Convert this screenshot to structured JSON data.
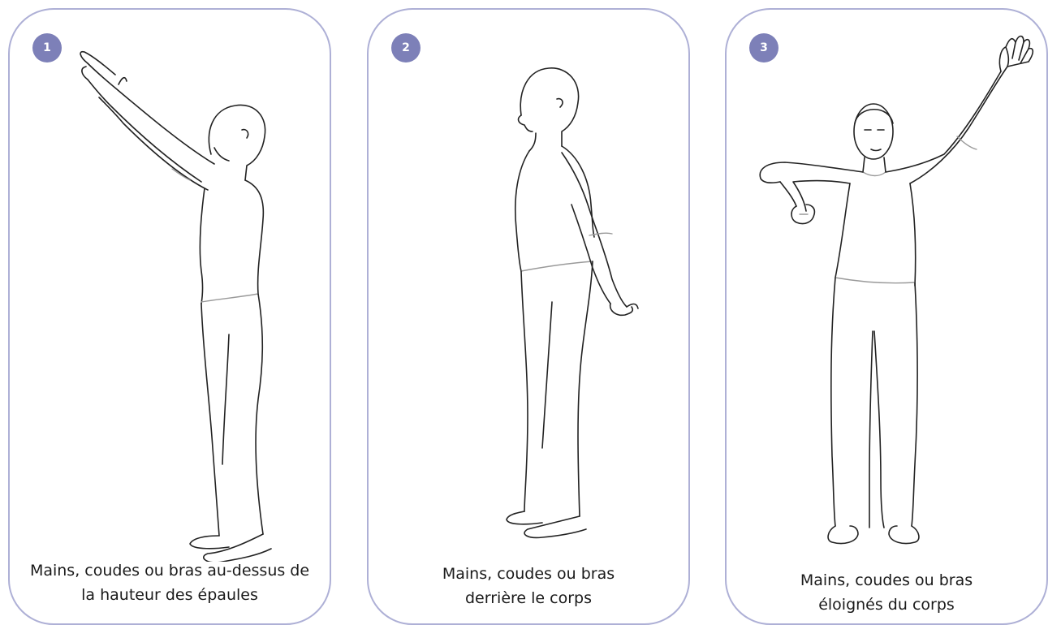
{
  "panels": [
    {
      "number": "1",
      "caption_line1": "Mains, coudes ou bras au-dessus de",
      "caption_line2": "la hauteur des épaules",
      "pose": "arms-raised-forward-side-view"
    },
    {
      "number": "2",
      "caption_line1": "Mains, coudes ou bras",
      "caption_line2": "derrière le corps",
      "pose": "arms-behind-body-side-view"
    },
    {
      "number": "3",
      "caption_line1": "Mains, coudes ou bras",
      "caption_line2": "éloignés du corps",
      "pose": "arm-raised-away-front-view"
    }
  ],
  "colors": {
    "panel_border": "#aeb0d6",
    "badge_fill": "#7d80b8",
    "badge_text": "#ffffff",
    "line_art": "#222222",
    "caption_text": "#1a1a1a"
  }
}
